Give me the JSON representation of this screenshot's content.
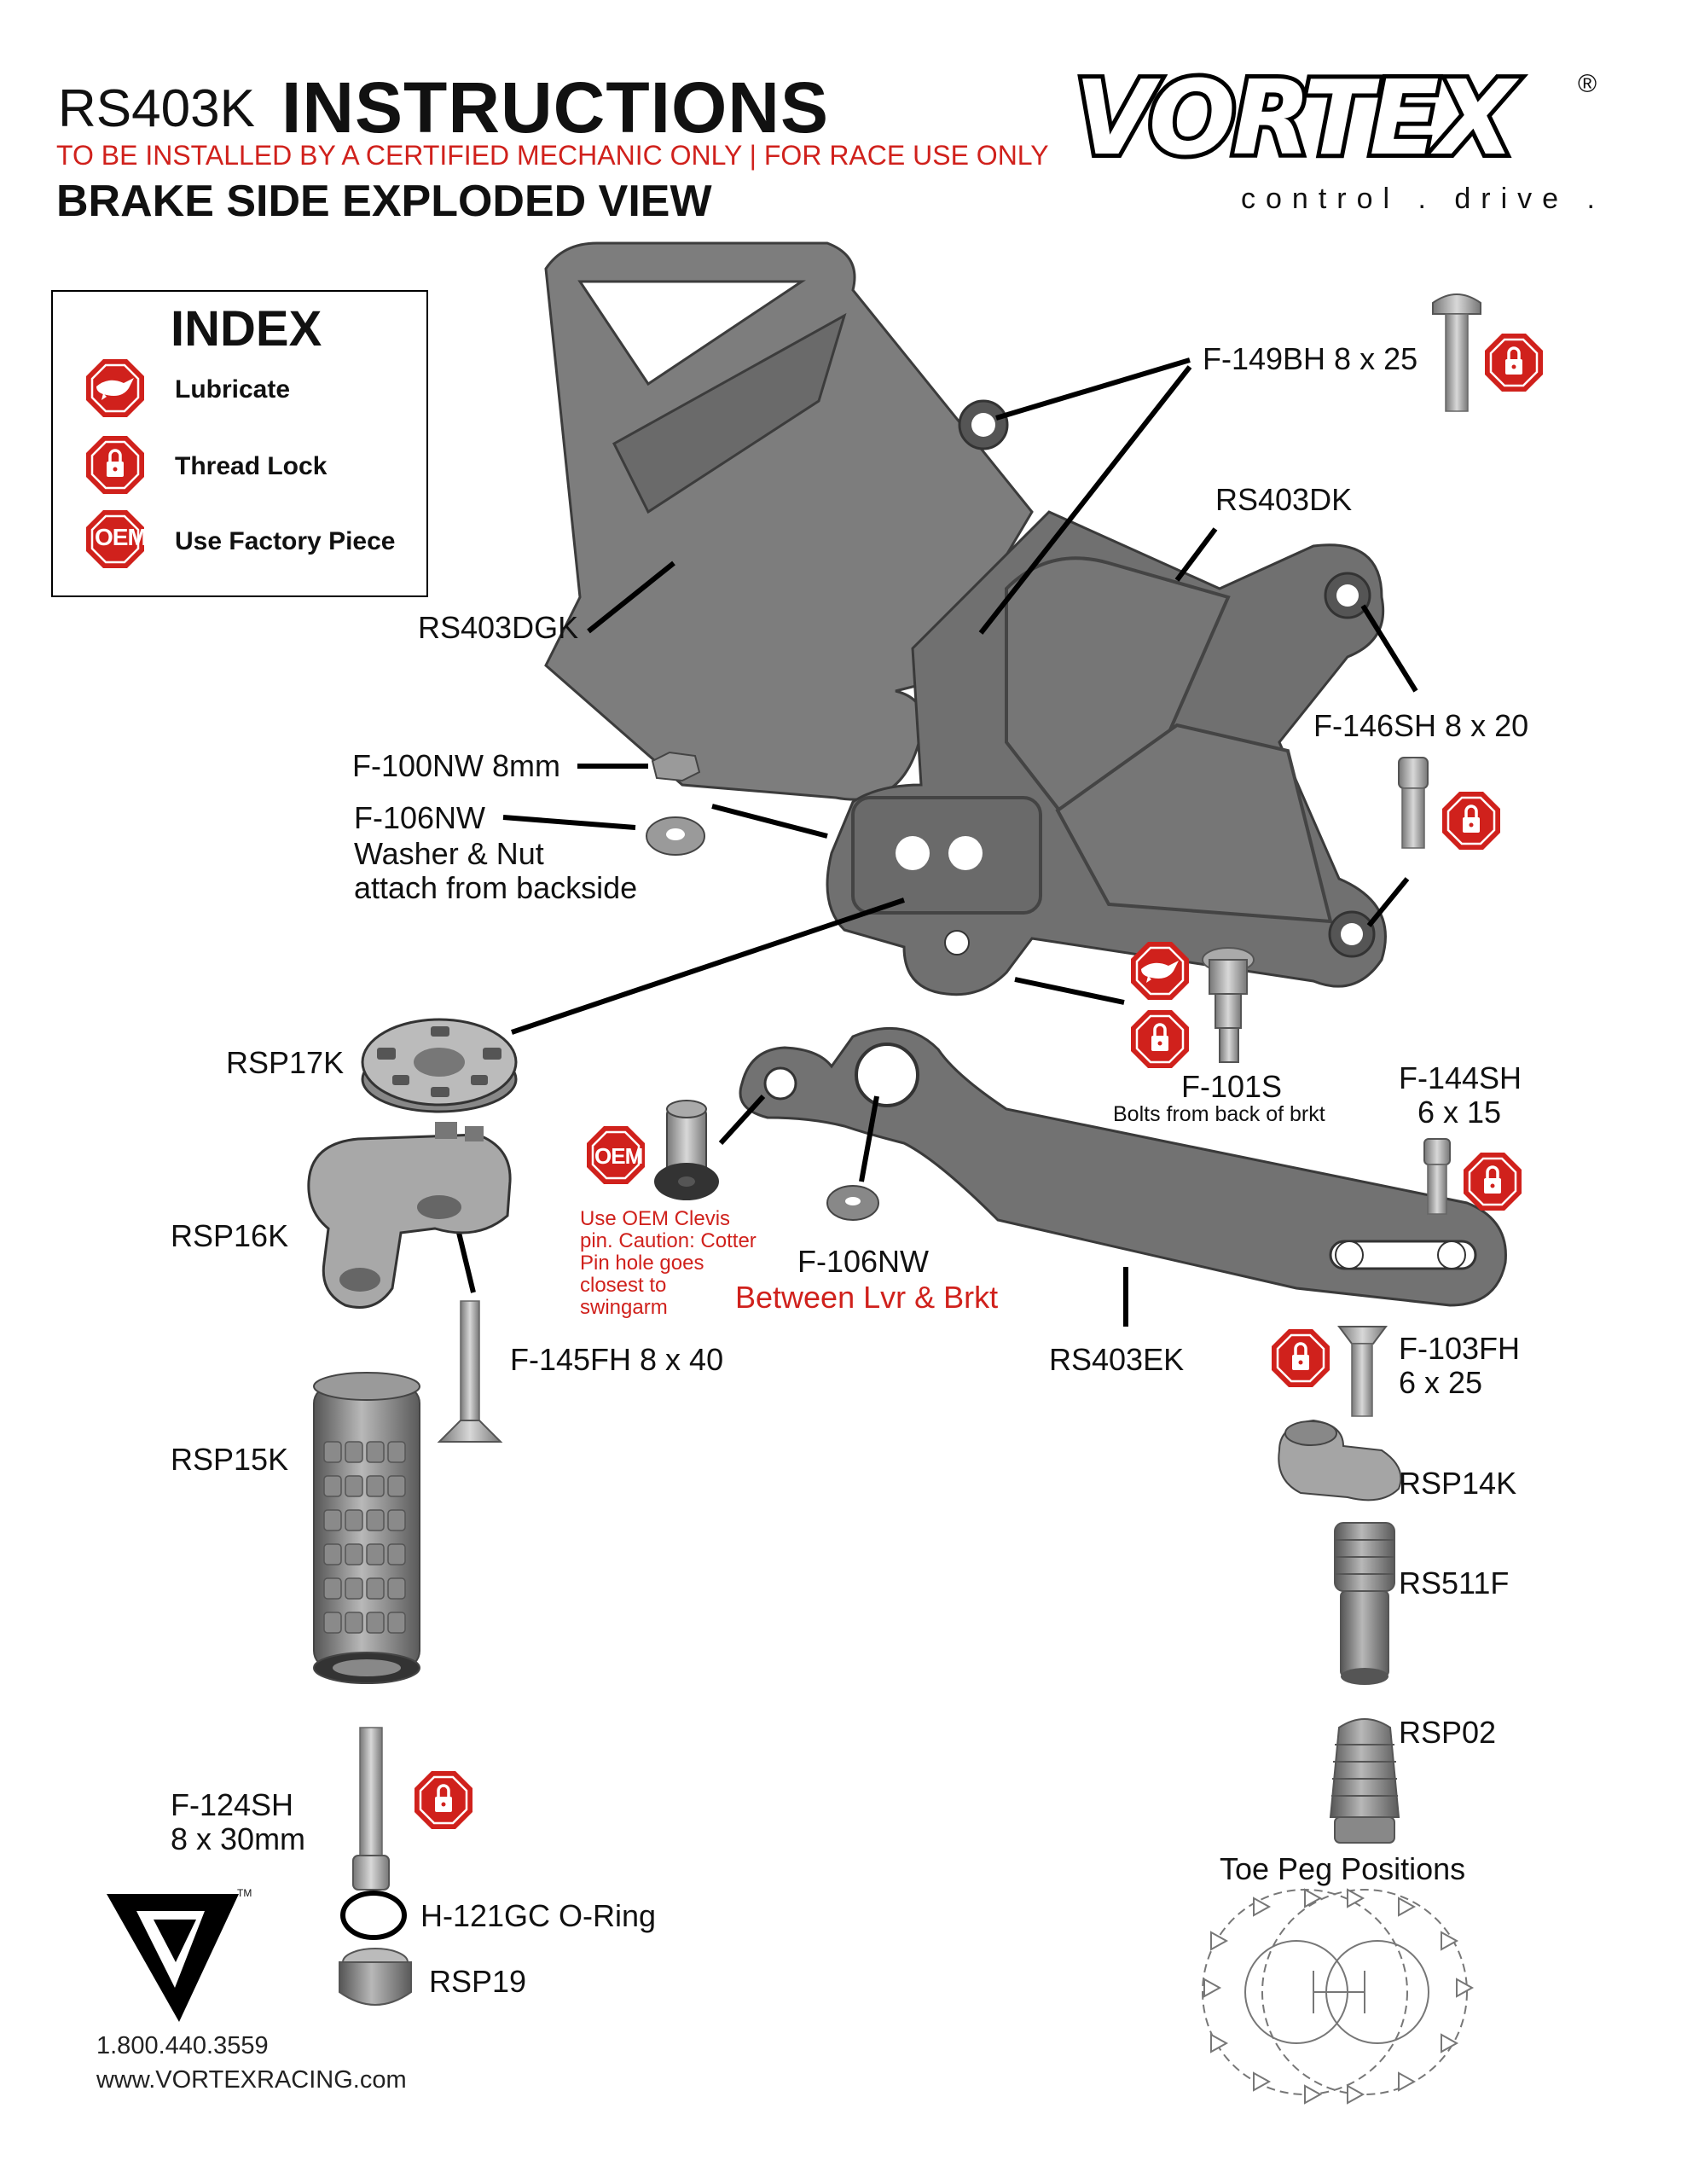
{
  "header": {
    "model": "RS403K",
    "title": "INSTRUCTIONS",
    "warning": "TO BE INSTALLED BY A CERTIFIED MECHANIC ONLY | FOR RACE USE ONLY",
    "view": "BRAKE SIDE EXPLODED VIEW"
  },
  "brand": {
    "logo_text": "VORTEX",
    "registered": "®",
    "tagline": "control . drive .",
    "logo_icon": "vortex-v-logo-icon"
  },
  "index": {
    "title": "INDEX",
    "items": [
      {
        "icon": "lubricate-icon",
        "label": "Lubricate"
      },
      {
        "icon": "thread-lock-icon",
        "label": "Thread Lock"
      },
      {
        "icon": "oem-icon",
        "label": "Use Factory Piece",
        "badge": "OEM"
      }
    ]
  },
  "parts": {
    "f149bh": "F-149BH 8 x 25",
    "rs403dk": "RS403DK",
    "rs403dgk": "RS403DGK",
    "f146sh": "F-146SH 8 x 20",
    "f100nw": "F-100NW 8mm",
    "f106nw_top": "F-106NW",
    "washer_note_1": "Washer & Nut",
    "washer_note_2": "attach from backside",
    "rsp17k": "RSP17K",
    "f101s": "F-101S",
    "f101s_note": "Bolts from back of brkt",
    "f144sh_1": "F-144SH",
    "f144sh_2": "6 x 15",
    "rsp16k": "RSP16K",
    "oem_badge": "OEM",
    "oem_note": "Use OEM Clevis pin. Caution: Cotter Pin hole goes closest to swingarm",
    "f106nw_mid": "F-106NW",
    "f106nw_mid_note": "Between Lvr & Brkt",
    "rs403ek": "RS403EK",
    "f103fh_1": "F-103FH",
    "f103fh_2": "6 x 25",
    "f145fh": "F-145FH 8 x 40",
    "rsp15k": "RSP15K",
    "rsp14k": "RSP14K",
    "rs511f": "RS511F",
    "rsp02": "RSP02",
    "f124sh_1": "F-124SH",
    "f124sh_2": "8 x 30mm",
    "h121gc": "H-121GC O-Ring",
    "rsp19": "RSP19",
    "toe_peg": "Toe Peg Positions"
  },
  "footer": {
    "phone": "1.800.440.3559",
    "website": "www.VORTEXRACING.com",
    "tm": "TM"
  },
  "colors": {
    "part_gray": "#6f6f6f",
    "part_dark": "#4d4d4d",
    "part_light": "#a9a9a9",
    "icon_red": "#d0211c",
    "text_red": "#d0211c"
  }
}
